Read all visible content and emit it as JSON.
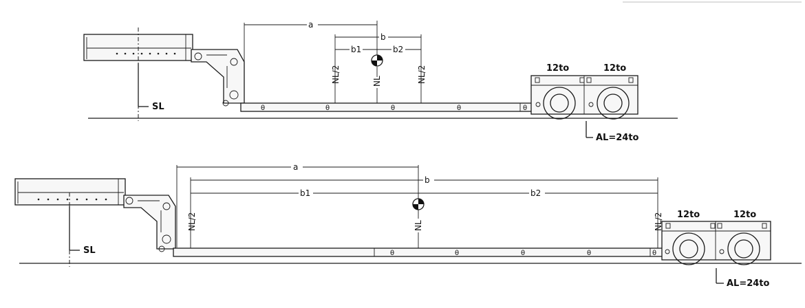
{
  "diagrams": [
    {
      "dim_a": "a",
      "dim_b": "b",
      "dim_b1": "b1",
      "dim_b2": "b2",
      "nl_half_left": "NL/2",
      "nl_center": "NL",
      "nl_half_right": "NL/2",
      "axle_load_1": "12to",
      "axle_load_2": "12to",
      "sl_label": "SL",
      "al_label": "AL=24to",
      "deck_marker": "θ"
    },
    {
      "dim_a": "a",
      "dim_b": "b",
      "dim_b1": "b1",
      "dim_b2": "b2",
      "nl_half_left": "NL/2",
      "nl_center": "NL",
      "nl_half_right": "NL/2",
      "axle_load_1": "12to",
      "axle_load_2": "12to",
      "sl_label": "SL",
      "al_label": "AL=24to",
      "deck_marker": "θ"
    }
  ]
}
